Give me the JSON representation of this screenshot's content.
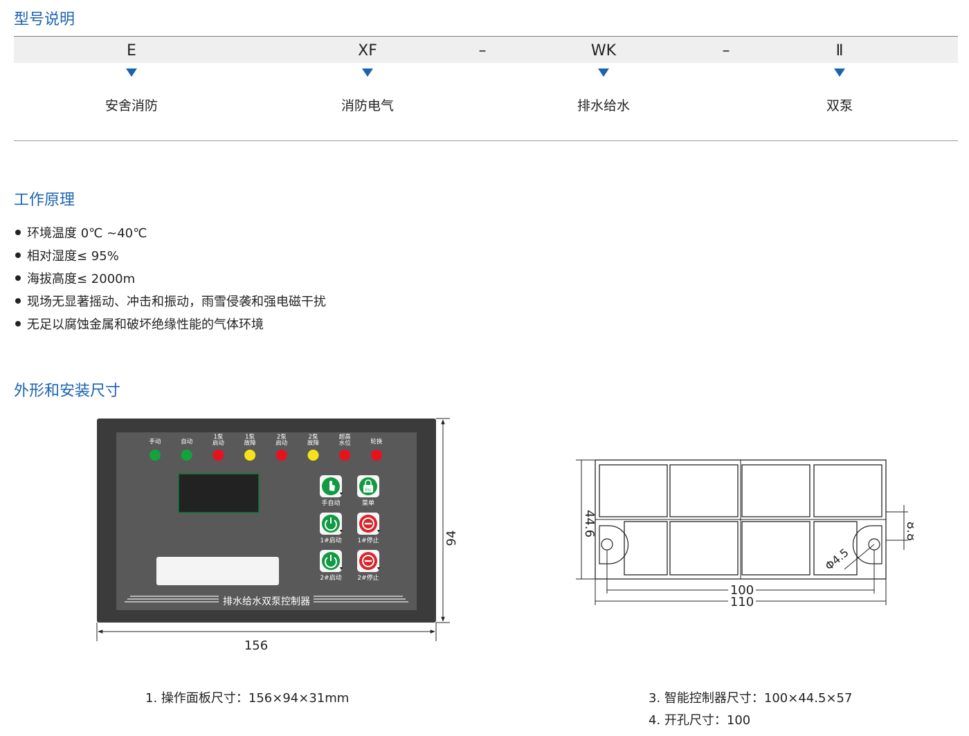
{
  "sections": {
    "model": "型号说明",
    "principle": "工作原理",
    "dimensions": "外形和安装尺寸"
  },
  "model_codes": [
    "E",
    "XF",
    "–",
    "WK",
    "–",
    "Ⅱ"
  ],
  "model_meanings": [
    "安舍消防",
    "消防电气",
    "排水给水",
    "双泵"
  ],
  "conditions": [
    "环境温度 0℃ ~40℃",
    "相对湿度≤ 95%",
    "海拔高度≤ 2000m",
    "现场无显著摇动、冲击和振动，雨雪侵袭和强电磁干扰",
    "无足以腐蚀金属和破坏绝缘性能的气体环境"
  ],
  "panel": {
    "indicators": [
      {
        "label": "手动",
        "color": "#13a33b"
      },
      {
        "label": "自动",
        "color": "#13a33b"
      },
      {
        "label": "1泵\n启动",
        "color": "#e8121c"
      },
      {
        "label": "1泵\n故障",
        "color": "#f7e21a"
      },
      {
        "label": "2泵\n启动",
        "color": "#e8121c"
      },
      {
        "label": "2泵\n故障",
        "color": "#f7e21a"
      },
      {
        "label": "超高\n水位",
        "color": "#e8121c"
      },
      {
        "label": "轮换",
        "color": "#e8121c"
      }
    ],
    "buttons": [
      {
        "label": "手自动",
        "icon": "hand-icon",
        "color": "#129a43"
      },
      {
        "label": "菜单",
        "icon": "esc-lock-icon",
        "color": "#129a43"
      },
      {
        "label": "1#启动",
        "icon": "power-icon",
        "color": "#129a43"
      },
      {
        "label": "1#停止",
        "icon": "stop-icon",
        "color": "#d9242b"
      },
      {
        "label": "2#启动",
        "icon": "power-icon",
        "color": "#129a43"
      },
      {
        "label": "2#停止",
        "icon": "stop-icon",
        "color": "#d9242b"
      }
    ],
    "esc_text": "Esc",
    "name": "排水给水双泵控制器",
    "width_dim": "156",
    "height_dim": "94"
  },
  "controller": {
    "height_dim": "44.6",
    "hole_spacing_dim": "8.8",
    "hole_diameter": "Φ4.5",
    "inner_width_dim": "100",
    "outer_width_dim": "110"
  },
  "captions": [
    "1. 操作面板尺寸：156×94×31mm",
    "3. 智能控制器尺寸：100×44.5×57",
    "4. 开孔尺寸：100"
  ]
}
